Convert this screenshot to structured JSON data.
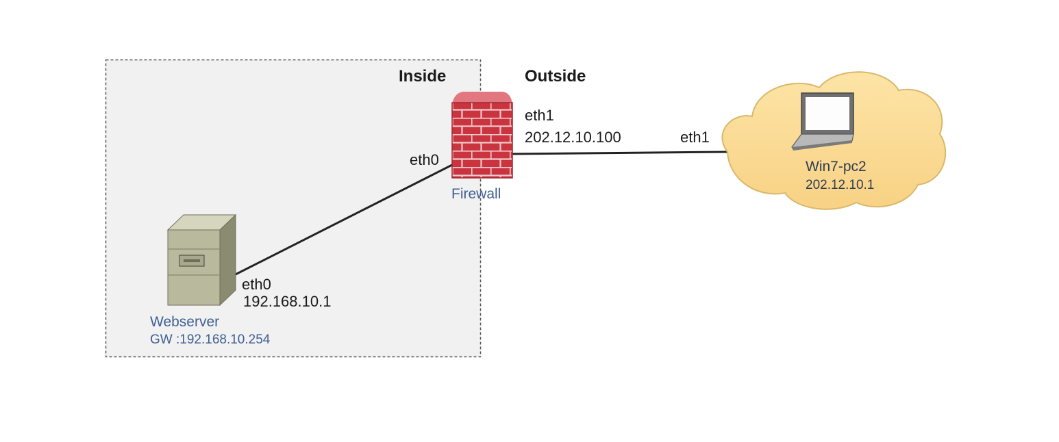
{
  "zones": {
    "inside_label": "Inside",
    "outside_label": "Outside"
  },
  "firewall": {
    "name": "Firewall",
    "icon": "firewall-brick-wall-icon",
    "inside_interface": "eth0",
    "outside_interface": "eth1",
    "outside_ip": "202.12.10.100"
  },
  "webserver": {
    "name": "Webserver",
    "gateway": "GW :192.168.10.254",
    "icon": "server-tower-icon",
    "interface": "eth0",
    "ip": "192.168.10.1"
  },
  "pc": {
    "name": "Win7-pc2",
    "ip": "202.12.10.1",
    "interface": "eth1",
    "icon": "laptop-icon",
    "cloud_icon": "cloud-icon"
  },
  "colors": {
    "inside_zone_fill": "#f1f1f1",
    "zone_border": "#555555",
    "firewall_red": "#c9343f",
    "cloud_fill": "#fbdc93",
    "server_body": "#b7b79c",
    "link_line": "#222222",
    "device_label": "#3f5f92"
  }
}
